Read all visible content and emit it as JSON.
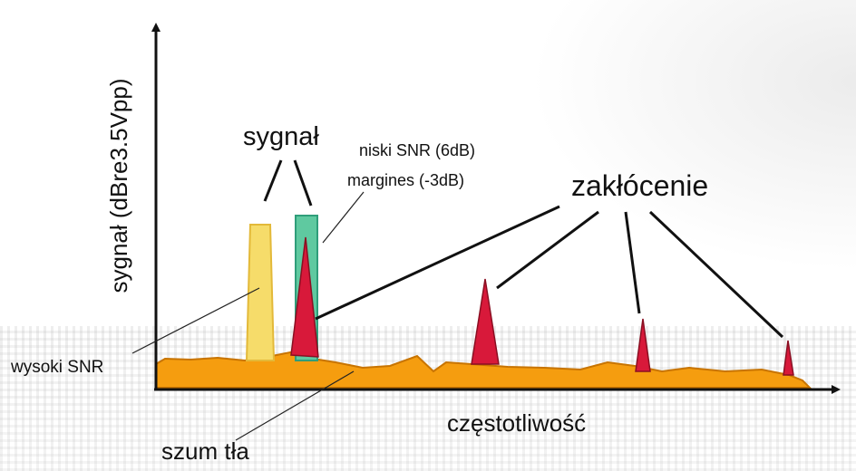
{
  "labels": {
    "y_axis": "sygnał (dBre3.5Vpp)",
    "x_axis": "częstotliwość",
    "signal": "sygnał",
    "low_snr_line1": "niski SNR (6dB)",
    "low_snr_line2": "margines (-3dB)",
    "interference": "zakłócenie",
    "high_snr": "wysoki SNR",
    "noise_floor": "szum tła"
  },
  "colors": {
    "noise_fill": "#f59d0f",
    "noise_stroke": "#c87400",
    "signal_high": "#f6dc6a",
    "signal_low": "#5fc9a0",
    "interference": "#d8193a",
    "axis": "#111111"
  }
}
